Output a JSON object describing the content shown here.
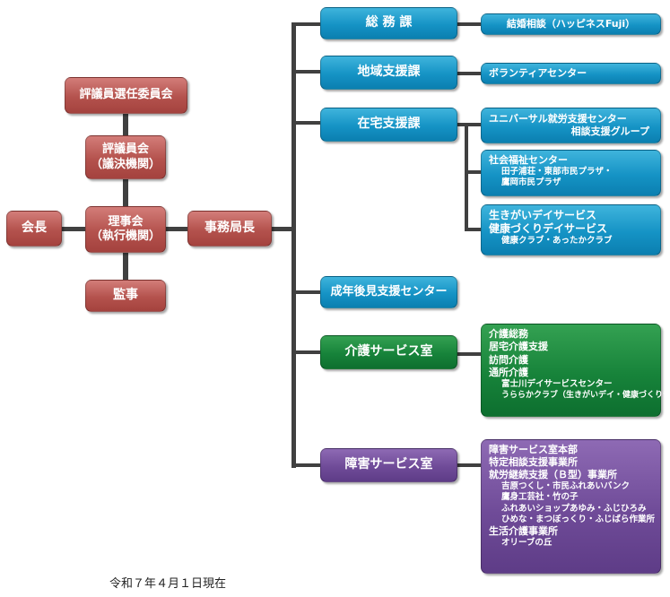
{
  "left_nodes": {
    "selection_committee": "評議員選任委員会",
    "councilors_line1": "評議員会",
    "councilors_line2": "（議決機関）",
    "board_line1": "理事会",
    "board_line2": "（執行機関）",
    "chairman": "会長",
    "auditor": "監事",
    "secretary_general": "事務局長"
  },
  "departments": [
    {
      "id": "general-affairs",
      "label": "総 務 課",
      "color": "blue"
    },
    {
      "id": "regional-support",
      "label": "地域支援課",
      "color": "blue"
    },
    {
      "id": "home-support",
      "label": "在宅支援課",
      "color": "blue"
    },
    {
      "id": "guardianship-center",
      "label": "成年後見支援センター",
      "color": "blue"
    },
    {
      "id": "care-services",
      "label": "介護サービス室",
      "color": "green"
    },
    {
      "id": "disability-services",
      "label": "障害サービス室",
      "color": "purple"
    }
  ],
  "sub_units": {
    "marriage": "結婚相談（ハッピネスFuji）",
    "volunteer": "ボランティアセンター",
    "universal_line1": "ユニバーサル就労支援センター",
    "universal_line2": "相談支援グループ",
    "welfare_center": [
      "社会福祉センター",
      "田子浦荘・東部市民プラザ・",
      "鷹岡市民プラザ"
    ],
    "ikigai": [
      "生きがいデイサービス",
      "健康づくりデイサービス",
      "健康クラブ・あったかクラブ"
    ],
    "care_list": [
      "介護総務",
      "居宅介護支援",
      "訪問介護",
      "通所介護",
      "富士川デイサービスセンター",
      "うららかクラブ（生きがいデイ・健康づくりデイ）"
    ],
    "disability_list": [
      "障害サービス室本部",
      "特定相談支援事業所",
      "就労継続支援（Ｂ型）事業所",
      "吉原つくし・市民ふれあいバンク",
      "鷹身工芸社・竹の子",
      "ふれあいショップあゆみ・ふじひろみ",
      "ひめな・まつぼっくり・ふじばら作業所",
      "生活介護事業所",
      "オリーブの丘"
    ]
  },
  "footer": {
    "date": "令和７年４月１日現在"
  },
  "colors": {
    "red": "#b4524d",
    "blue": "#1593c5",
    "green": "#17833a",
    "purple": "#6f4b98",
    "line": "#404040"
  }
}
